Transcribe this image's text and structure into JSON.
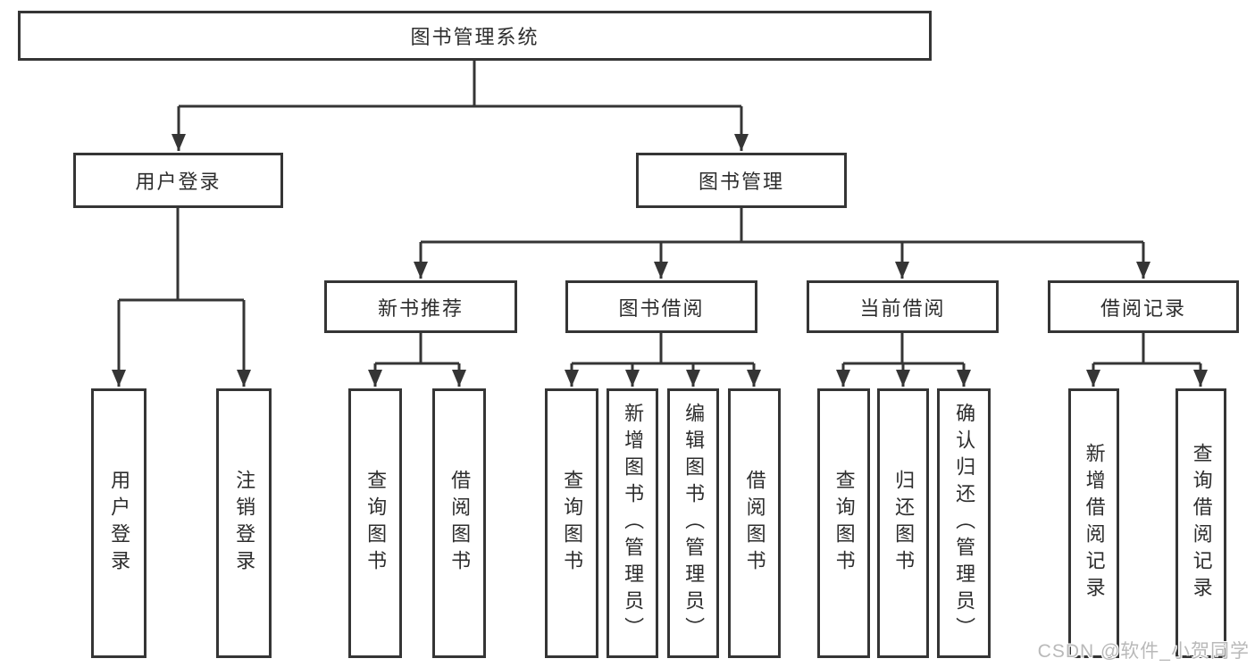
{
  "tree": {
    "root": {
      "label": "图书管理系统"
    },
    "branches": [
      {
        "label": "用户登录",
        "children": [
          {
            "label": "用户登录"
          },
          {
            "label": "注销登录"
          }
        ]
      },
      {
        "label": "图书管理",
        "groups": [
          {
            "label": "新书推荐",
            "children": [
              {
                "label": "查询图书"
              },
              {
                "label": "借阅图书"
              }
            ]
          },
          {
            "label": "图书借阅",
            "children": [
              {
                "label": "查询图书"
              },
              {
                "label": "新增图书（管理员）"
              },
              {
                "label": "编辑图书（管理员）"
              },
              {
                "label": "借阅图书"
              }
            ]
          },
          {
            "label": "当前借阅",
            "children": [
              {
                "label": "查询图书"
              },
              {
                "label": "归还图书"
              },
              {
                "label": "确认归还（管理员）"
              }
            ]
          },
          {
            "label": "借阅记录",
            "children": [
              {
                "label": "新增借阅记录"
              },
              {
                "label": "查询借阅记录"
              }
            ]
          }
        ]
      }
    ]
  },
  "colors": {
    "line": "#353535",
    "text": "#2d2d2d",
    "background": "#ffffff"
  },
  "watermark": {
    "text": "CSDN @软件_小贺同学"
  }
}
